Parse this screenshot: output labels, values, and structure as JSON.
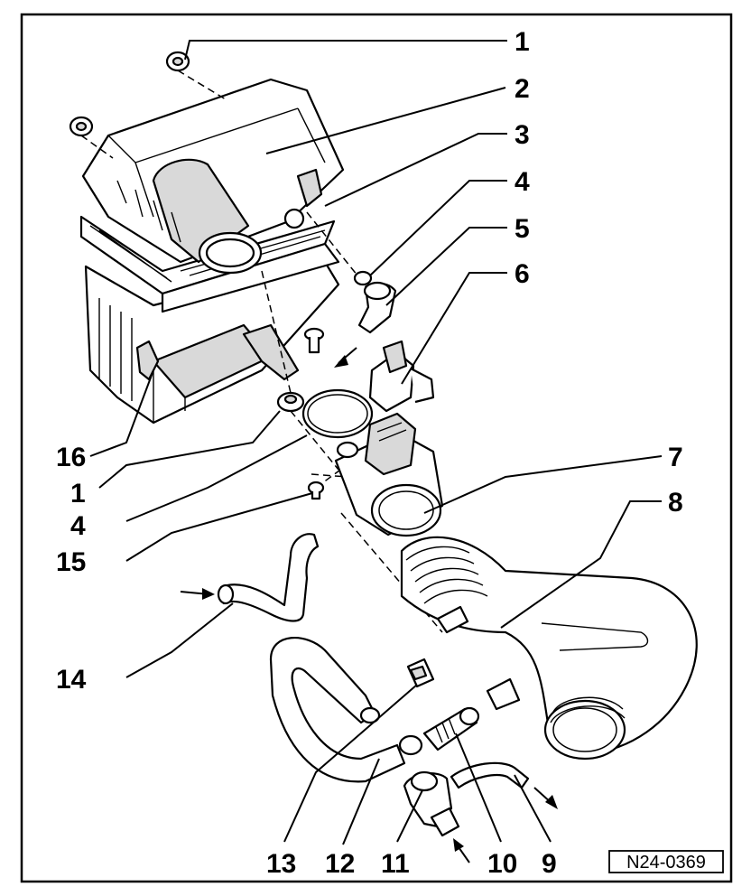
{
  "drawing_code": "N24-0369",
  "callouts": [
    {
      "id": "c1a",
      "label": "1"
    },
    {
      "id": "c2",
      "label": "2"
    },
    {
      "id": "c3",
      "label": "3"
    },
    {
      "id": "c4a",
      "label": "4"
    },
    {
      "id": "c5",
      "label": "5"
    },
    {
      "id": "c6",
      "label": "6"
    },
    {
      "id": "c7",
      "label": "7"
    },
    {
      "id": "c8",
      "label": "8"
    },
    {
      "id": "c16",
      "label": "16"
    },
    {
      "id": "c1b",
      "label": "1"
    },
    {
      "id": "c4b",
      "label": "4"
    },
    {
      "id": "c15",
      "label": "15"
    },
    {
      "id": "c14",
      "label": "14"
    },
    {
      "id": "c13",
      "label": "13"
    },
    {
      "id": "c12",
      "label": "12"
    },
    {
      "id": "c11",
      "label": "11"
    },
    {
      "id": "c10",
      "label": "10"
    },
    {
      "id": "c9",
      "label": "9"
    }
  ]
}
